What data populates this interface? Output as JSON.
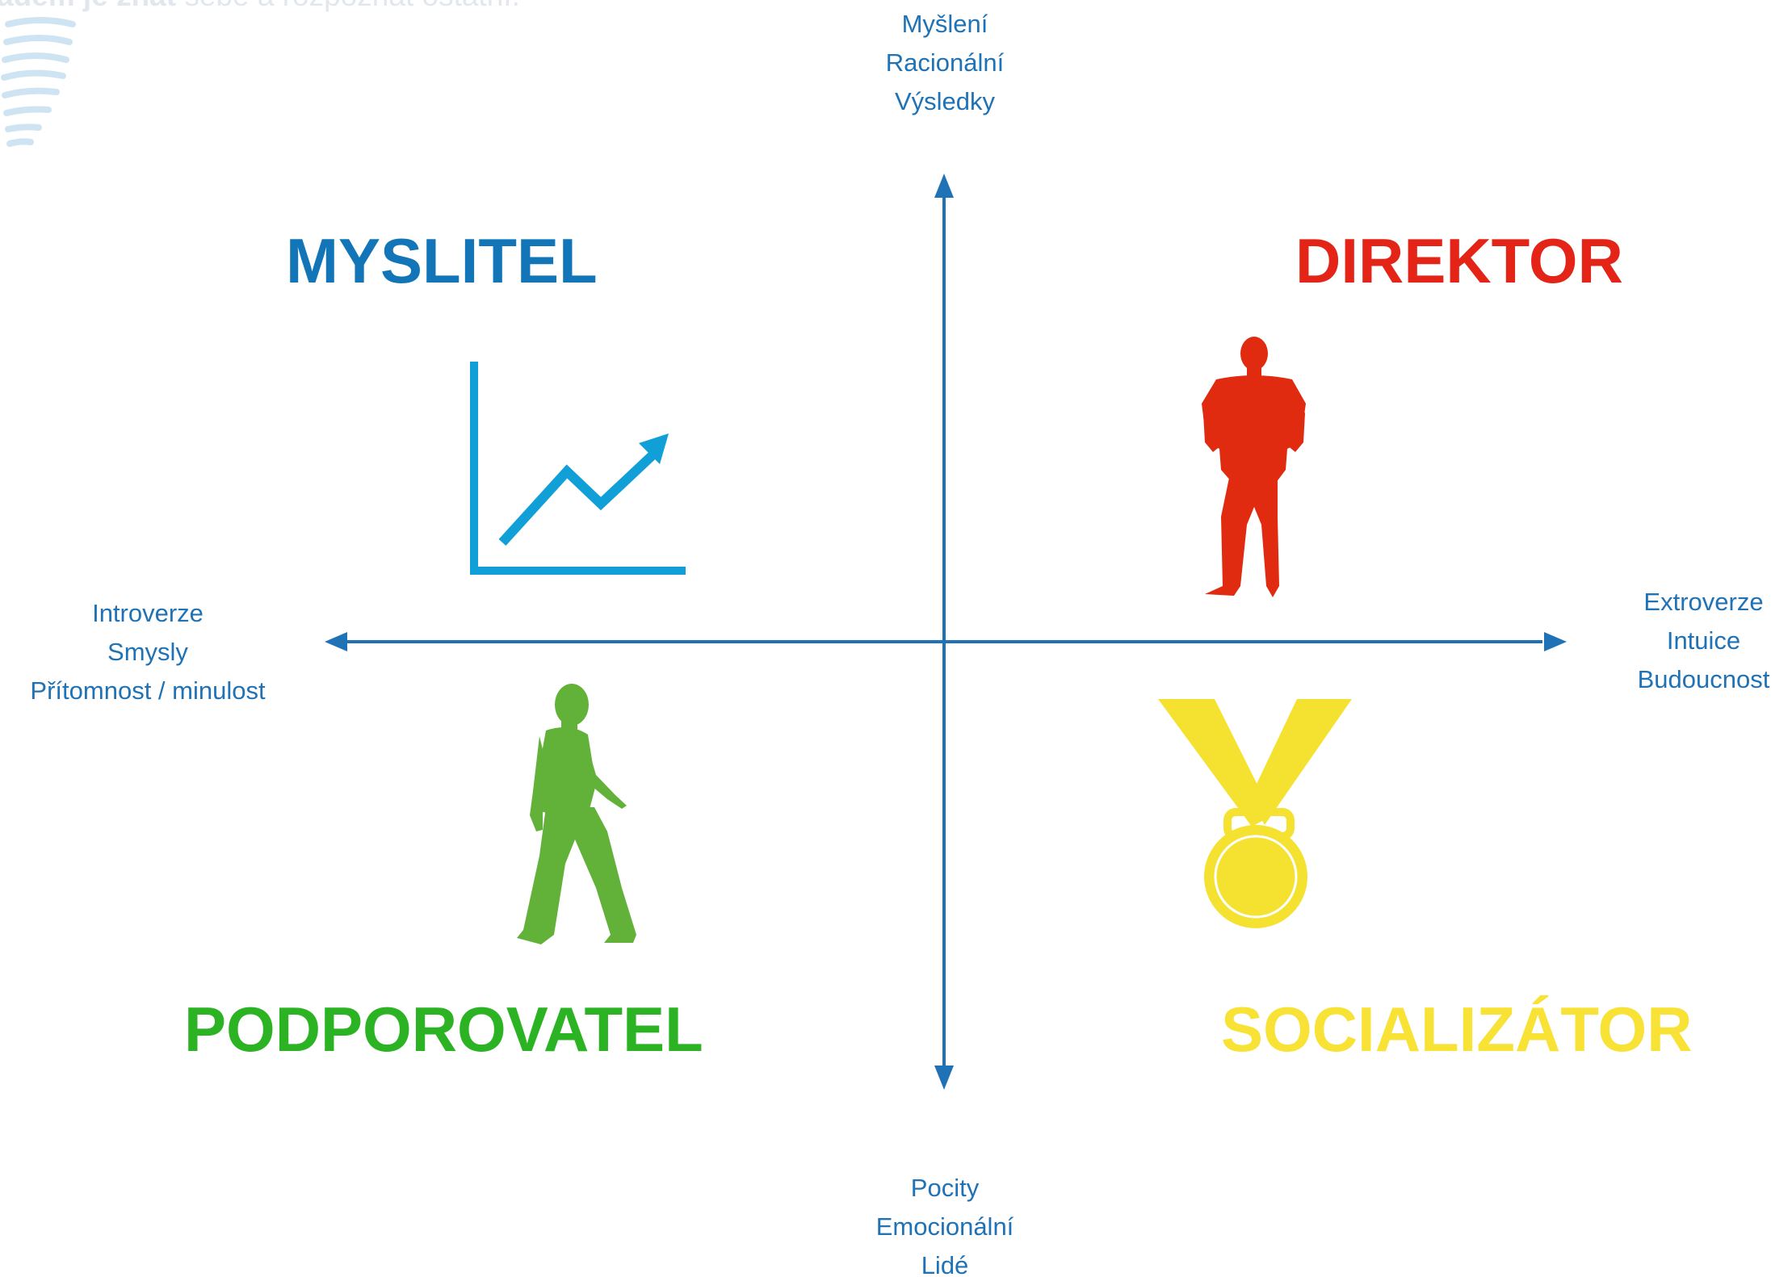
{
  "banner": {
    "bold_text": "adem je znát",
    "rest_text": " sebe a rozpoznat ostatní."
  },
  "axes": {
    "top": [
      "Myšlení",
      "Racionální",
      "Výsledky"
    ],
    "bottom": [
      "Pocity",
      "Emocionální",
      "Lidé"
    ],
    "left": [
      "Introverze",
      "Smysly",
      "Přítomnost / minulost"
    ],
    "right": [
      "Extroverze",
      "Intuice",
      "Budoucnost"
    ]
  },
  "quadrants": {
    "top_left": {
      "title": "MYSLITEL",
      "icon": "rising-chart-icon",
      "color": "#1275b8"
    },
    "top_right": {
      "title": "DIREKTOR",
      "icon": "standing-man-icon",
      "color": "#e42417"
    },
    "bottom_left": {
      "title": "PODPOROVATEL",
      "icon": "walking-man-icon",
      "color": "#2bb324"
    },
    "bottom_right": {
      "title": "SOCIALIZÁTOR",
      "icon": "medal-icon",
      "color": "#f8e235"
    }
  },
  "colors": {
    "axis": "#1f72b5",
    "chart_icon": "#119fd8",
    "man_red": "#e02b10",
    "man_green": "#62b23a",
    "medal": "#f5e12f"
  }
}
